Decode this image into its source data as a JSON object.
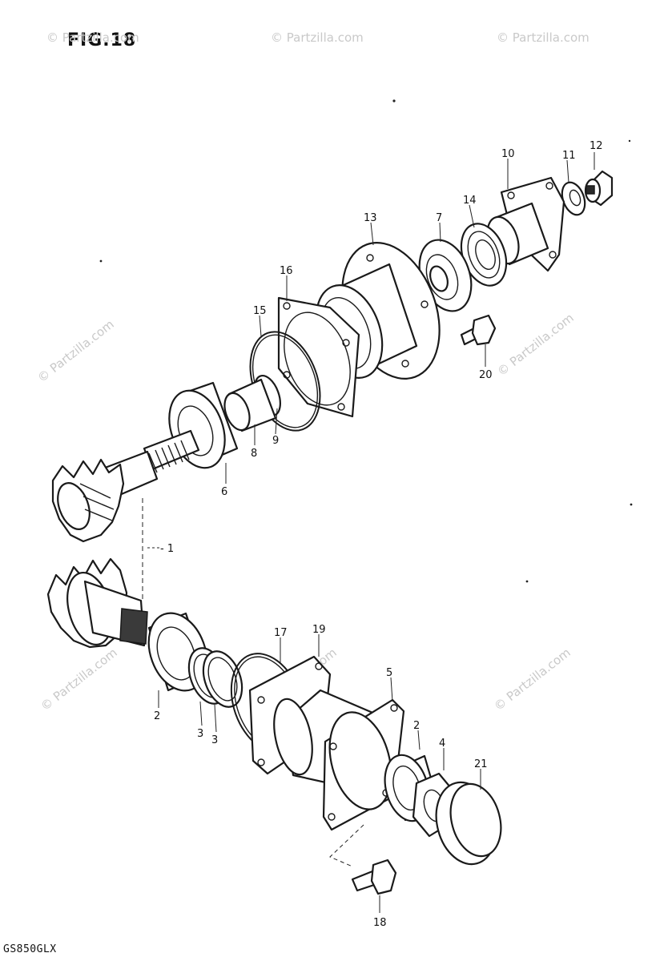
{
  "figure": {
    "title": "FIG.18",
    "model": "GS850GLX"
  },
  "watermark": "© Partzilla.com",
  "callouts": [
    {
      "id": "c1",
      "label": "1"
    },
    {
      "id": "c2a",
      "label": "2"
    },
    {
      "id": "c2b",
      "label": "2"
    },
    {
      "id": "c3a",
      "label": "3"
    },
    {
      "id": "c3b",
      "label": "3"
    },
    {
      "id": "c4",
      "label": "4"
    },
    {
      "id": "c5",
      "label": "5"
    },
    {
      "id": "c6",
      "label": "6"
    },
    {
      "id": "c7",
      "label": "7"
    },
    {
      "id": "c8",
      "label": "8"
    },
    {
      "id": "c9",
      "label": "9"
    },
    {
      "id": "c10",
      "label": "10"
    },
    {
      "id": "c11",
      "label": "11"
    },
    {
      "id": "c12",
      "label": "12"
    },
    {
      "id": "c13",
      "label": "13"
    },
    {
      "id": "c14",
      "label": "14"
    },
    {
      "id": "c15",
      "label": "15"
    },
    {
      "id": "c16",
      "label": "16"
    },
    {
      "id": "c17",
      "label": "17"
    },
    {
      "id": "c18",
      "label": "18"
    },
    {
      "id": "c19",
      "label": "19"
    },
    {
      "id": "c20",
      "label": "20"
    },
    {
      "id": "c21",
      "label": "21"
    }
  ]
}
